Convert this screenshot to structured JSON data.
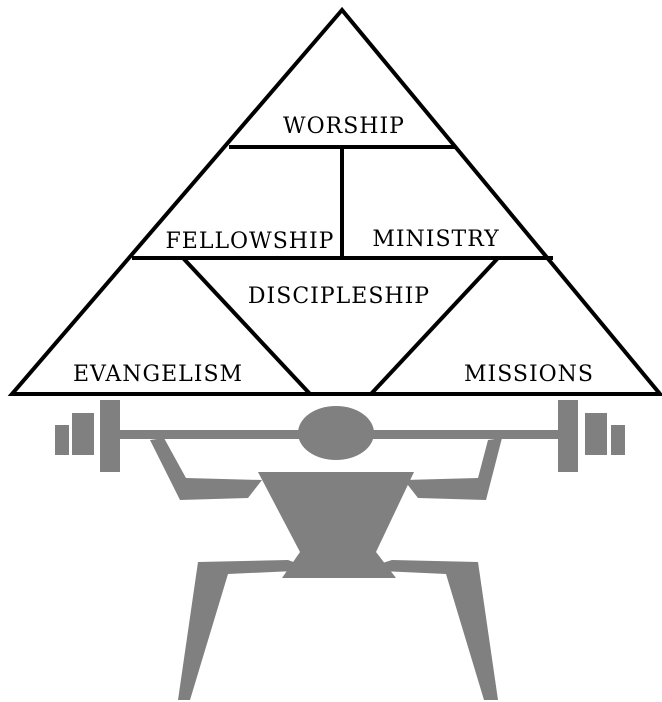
{
  "pyramid": {
    "sections": {
      "worship": "WORSHIP",
      "fellowship": "FELLOWSHIP",
      "ministry": "MINISTRY",
      "discipleship": "DISCIPLESHIP",
      "evangelism": "EVANGELISM",
      "missions": "MISSIONS"
    }
  },
  "colors": {
    "lines": "#000000",
    "figure": "#808080",
    "background": "#ffffff"
  }
}
